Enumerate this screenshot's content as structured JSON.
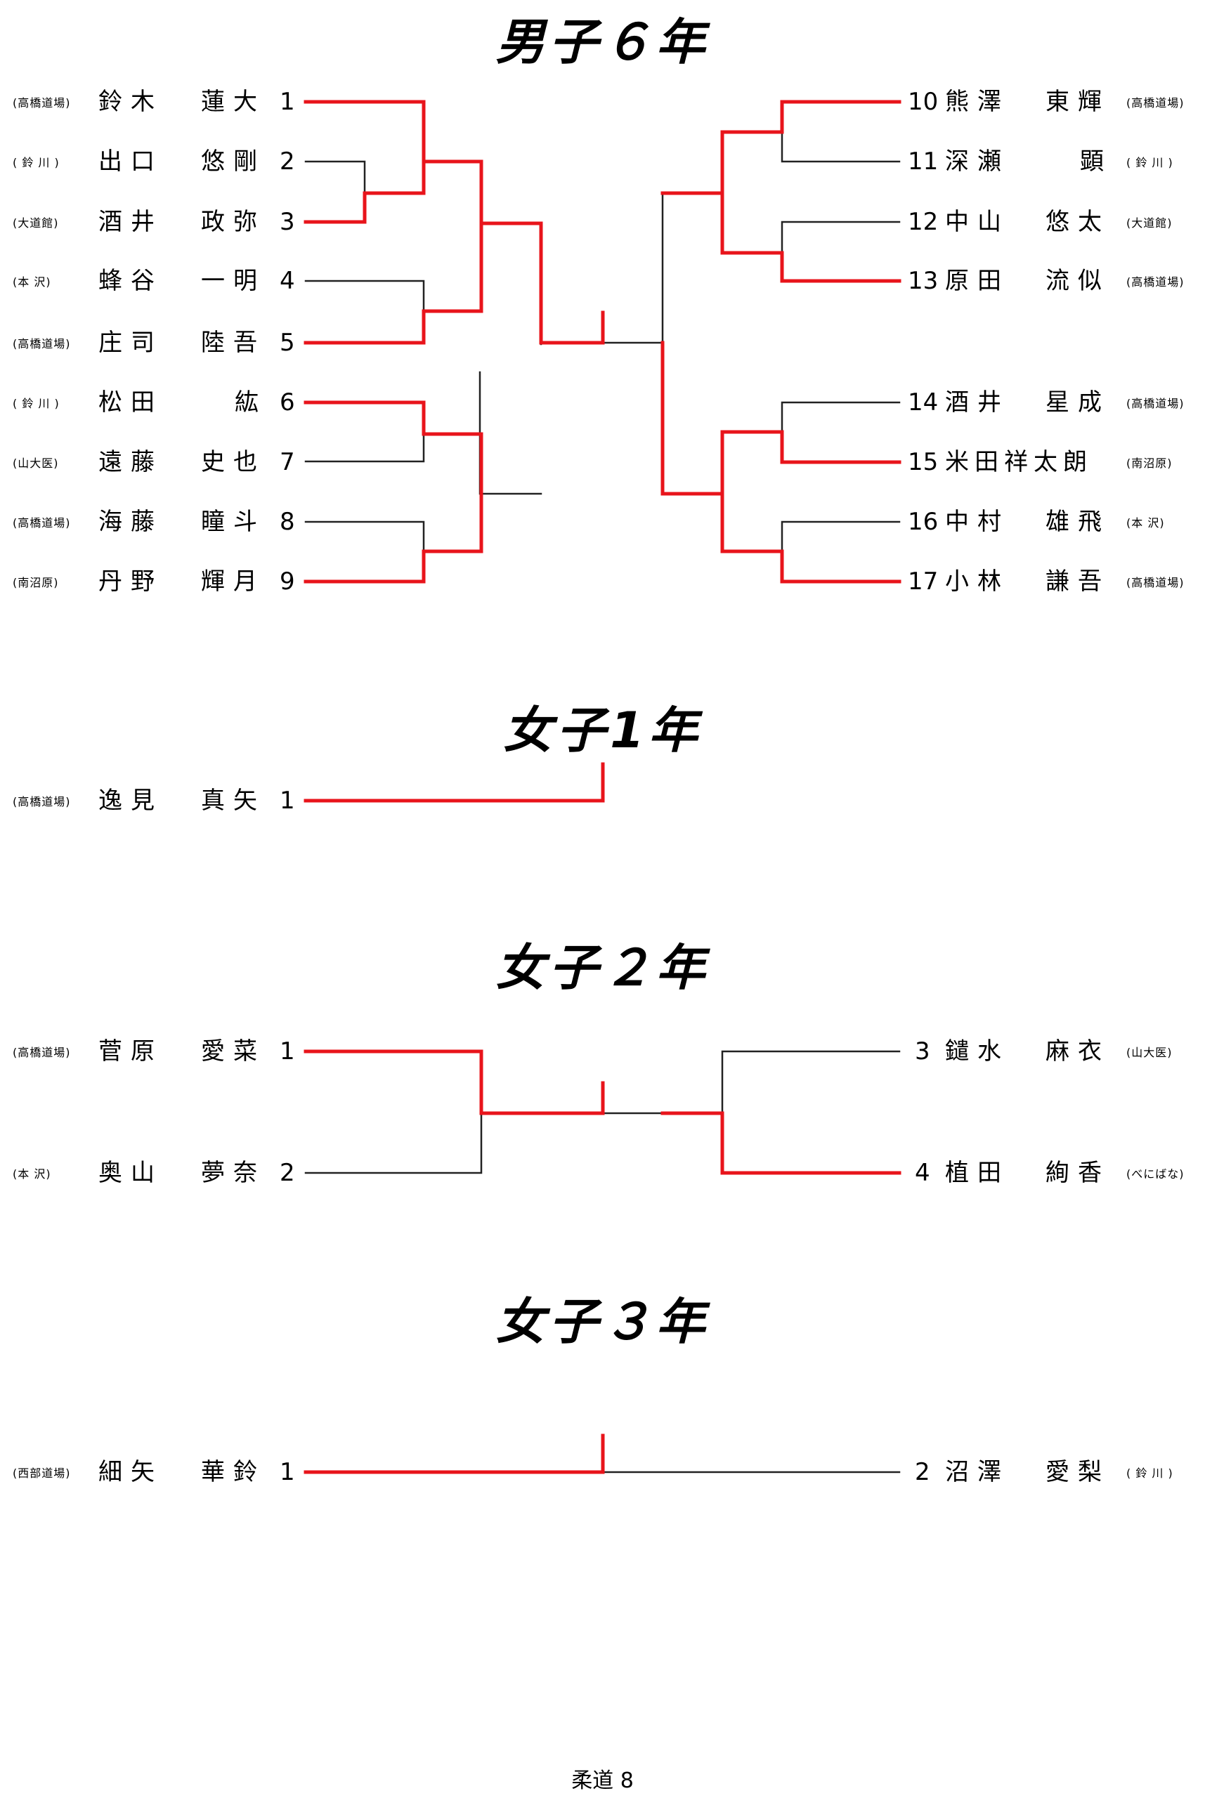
{
  "sections": {
    "m6": {
      "title": "男子６年",
      "left": [
        {
          "club": "(高橋道場)",
          "family": "鈴木",
          "given": "蓮大",
          "num": "1"
        },
        {
          "club": "( 鈴 川 )",
          "family": "出口",
          "given": "悠剛",
          "num": "2"
        },
        {
          "club": "(大道館)",
          "family": "酒井",
          "given": "政弥",
          "num": "3"
        },
        {
          "club": "(本 沢)",
          "family": "蜂谷",
          "given": "一明",
          "num": "4"
        },
        {
          "club": "(高橋道場)",
          "family": "庄司",
          "given": "陸吾",
          "num": "5"
        },
        {
          "club": "( 鈴 川 )",
          "family": "松田",
          "given": "紘",
          "num": "6"
        },
        {
          "club": "(山大医)",
          "family": "遠藤",
          "given": "史也",
          "num": "7"
        },
        {
          "club": "(高橋道場)",
          "family": "海藤",
          "given": "瞳斗",
          "num": "8"
        },
        {
          "club": "(南沼原)",
          "family": "丹野",
          "given": "輝月",
          "num": "9"
        }
      ],
      "right": [
        {
          "num": "10",
          "family": "熊澤",
          "given": "東輝",
          "club": "(高橋道場)"
        },
        {
          "num": "11",
          "family": "深瀬",
          "given": "顕",
          "club": "( 鈴 川 )"
        },
        {
          "num": "12",
          "family": "中山",
          "given": "悠太",
          "club": "(大道館)"
        },
        {
          "num": "13",
          "family": "原田",
          "given": "流似",
          "club": "(高橋道場)"
        },
        {
          "num": "14",
          "family": "酒井",
          "given": "星成",
          "club": "(高橋道場)"
        },
        {
          "num": "15",
          "family": "米田祥太朗",
          "given": "",
          "club": "(南沼原)"
        },
        {
          "num": "16",
          "family": "中村",
          "given": "雄飛",
          "club": "(本 沢)"
        },
        {
          "num": "17",
          "family": "小林",
          "given": "謙吾",
          "club": "(高橋道場)"
        }
      ]
    },
    "f1": {
      "title": "女子1年",
      "left": [
        {
          "club": "(高橋道場)",
          "family": "逸見",
          "given": "真矢",
          "num": "1"
        }
      ]
    },
    "f2": {
      "title": "女子２年",
      "left": [
        {
          "club": "(高橋道場)",
          "family": "菅原",
          "given": "愛菜",
          "num": "1"
        },
        {
          "club": "(本 沢)",
          "family": "奥山",
          "given": "夢奈",
          "num": "2"
        }
      ],
      "right": [
        {
          "num": "3",
          "family": "鑓水",
          "given": "麻衣",
          "club": "(山大医)"
        },
        {
          "num": "4",
          "family": "植田",
          "given": "絢香",
          "club": "(べにばな)"
        }
      ]
    },
    "f3": {
      "title": "女子３年",
      "left": [
        {
          "club": "(西部道場)",
          "family": "細矢",
          "given": "華鈴",
          "num": "1"
        }
      ],
      "right": [
        {
          "num": "2",
          "family": "沼澤",
          "given": "愛梨",
          "club": "( 鈴 川 )"
        }
      ]
    }
  },
  "footer": "柔道 8",
  "colors": {
    "win": "#e8141b",
    "line": "#222222"
  }
}
